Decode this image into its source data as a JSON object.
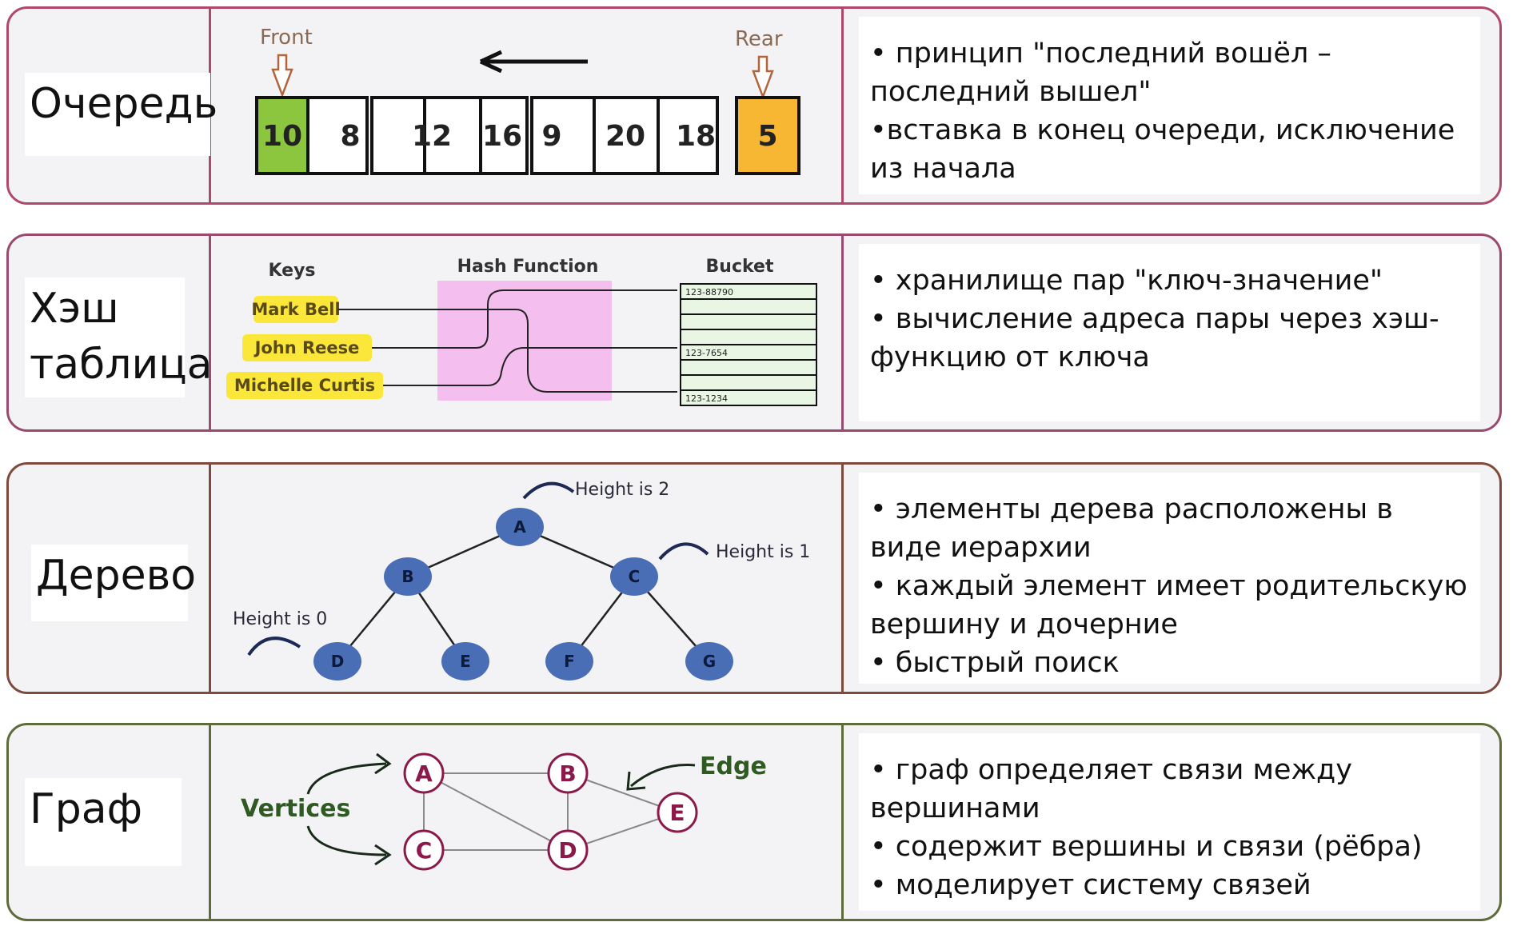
{
  "rows": [
    {
      "label": "Очередь",
      "bullets": [
        "• принцип \"последний вошёл – последний вышел\"",
        "•вставка в конец очереди, исключение из начала"
      ]
    },
    {
      "label": "Хэш таблица",
      "bullets": [
        "• хранилище пар \"ключ-значение\"",
        "• вычисление адреса пары через хэш-функцию от ключа"
      ]
    },
    {
      "label": "Дерево",
      "bullets": [
        "• элементы дерева расположены в виде иерархии",
        "• каждый элемент имеет родительскую вершину и дочерние",
        "• быстрый поиск"
      ]
    },
    {
      "label": "Граф",
      "bullets": [
        "• граф определяет связи между вершинами",
        "• содержит вершины и связи (рёбра)",
        "• моделирует систему связей"
      ]
    }
  ],
  "queue": {
    "front_label": "Front",
    "rear_label": "Rear",
    "cells": [
      "10",
      "8",
      "12",
      "16",
      "9",
      "20",
      "18",
      "5"
    ],
    "front_color": "#8cc63f",
    "rear_color": "#f7b733"
  },
  "hash": {
    "keys_header": "Keys",
    "function_header": "Hash Function",
    "bucket_header": "Bucket",
    "keys": [
      "Mark Bell",
      "John Reese",
      "Michelle Curtis"
    ],
    "bucket_entries": [
      "123-88790",
      "123-7654",
      "123-1234"
    ],
    "key_color": "#fbe739",
    "function_color": "#f4bfee",
    "bucket_color": "#e8f6e3"
  },
  "tree": {
    "nodes": [
      "A",
      "B",
      "C",
      "D",
      "E",
      "F",
      "G"
    ],
    "height_labels": [
      "Height is 2",
      "Height is 1",
      "Height is 0"
    ],
    "node_color": "#4a6eb6"
  },
  "graph": {
    "vertices": [
      "A",
      "B",
      "C",
      "D",
      "E"
    ],
    "vertices_label": "Vertices",
    "edge_label": "Edge",
    "vertex_color": "#8b1a4a",
    "label_color": "#2f5a22"
  }
}
